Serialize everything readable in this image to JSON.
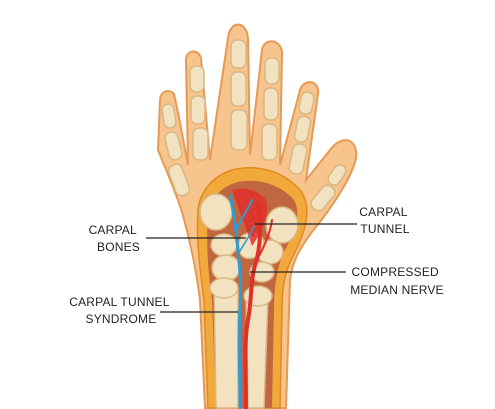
{
  "labels": {
    "carpal_bones": [
      "CARPAL",
      "BONES"
    ],
    "carpal_tunnel": [
      "CARPAL",
      "TUNNEL"
    ],
    "compressed_median_nerve": [
      "COMPRESSED",
      "MEDIAN NERVE"
    ],
    "carpal_tunnel_syndrome": [
      "CARPAL TUNNEL",
      "SYNDROME"
    ]
  },
  "colors": {
    "skin": "#F6C48C",
    "skin_outline": "#E59A55",
    "bone": "#F3E2BF",
    "bone_outline": "#D9B784",
    "tissue": "#C0673F",
    "fat": "#F2A93B",
    "muscle_red": "#E0302A",
    "vein_blue": "#2D9BD6",
    "leader": "#222222"
  }
}
